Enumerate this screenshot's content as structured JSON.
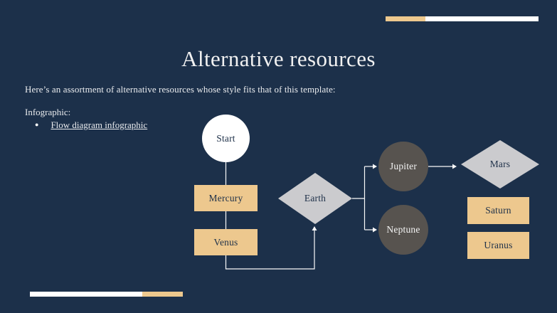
{
  "slide": {
    "title": "Alternative resources",
    "intro": "Here’s an assortment of alternative resources whose style fits that of this template:",
    "section_label": "Infographic:",
    "bullet": {
      "marker": "●",
      "link_label": "Flow diagram infographic"
    }
  },
  "diagram": {
    "nodes": {
      "start": {
        "label": "Start",
        "shape": "circle"
      },
      "mercury": {
        "label": "Mercury",
        "shape": "rect"
      },
      "venus": {
        "label": "Venus",
        "shape": "rect"
      },
      "earth": {
        "label": "Earth",
        "shape": "diamond"
      },
      "jupiter": {
        "label": "Jupiter",
        "shape": "circle"
      },
      "neptune": {
        "label": "Neptune",
        "shape": "circle"
      },
      "mars": {
        "label": "Mars",
        "shape": "diamond"
      },
      "saturn": {
        "label": "Saturn",
        "shape": "rect"
      },
      "uranus": {
        "label": "Uranus",
        "shape": "rect"
      }
    }
  },
  "colors": {
    "background": "#1c304a",
    "accent_tan": "#edc88e",
    "shape_white": "#ffffff",
    "shape_gray_light": "#cbcbce",
    "shape_gray_dark": "#57534f",
    "text_light": "#f1f1f1",
    "text_dark": "#20324a",
    "connector": "#fafafa"
  }
}
